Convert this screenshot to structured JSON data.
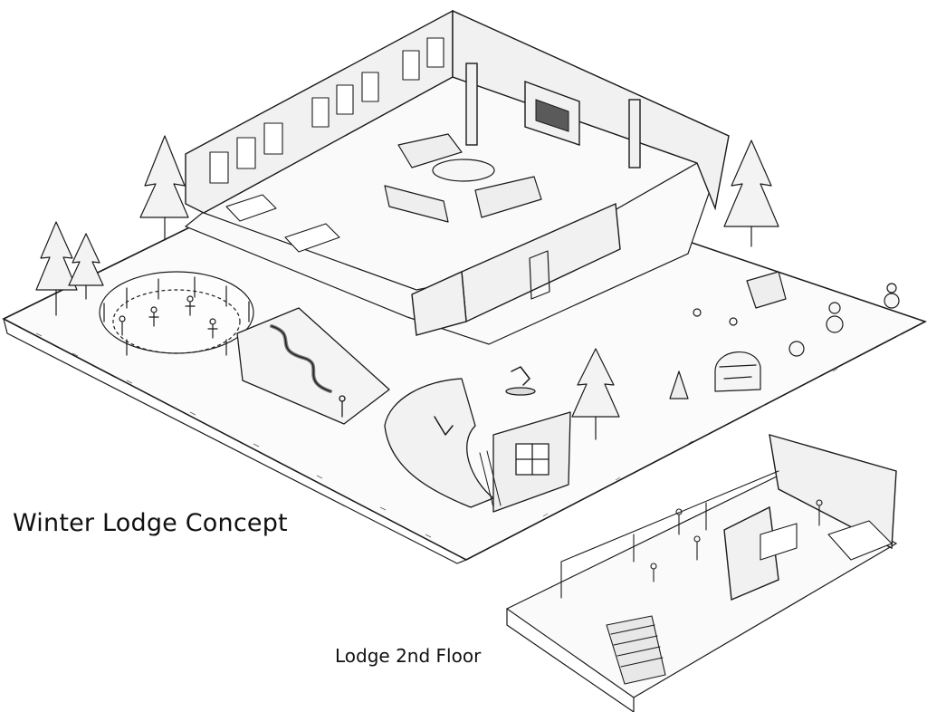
{
  "captions": {
    "main_title": "Winter Lodge Concept",
    "sub_title": "Lodge 2nd Floor"
  },
  "palette": {
    "ink": "#1b1b1b",
    "paper": "#ffffff",
    "shade": "#5a5a5a"
  },
  "scene_items": [
    "lodge-building",
    "skating-rink",
    "sled-hill",
    "half-pipe",
    "snow-fort-area",
    "pine-trees",
    "second-floor-cutaway"
  ]
}
